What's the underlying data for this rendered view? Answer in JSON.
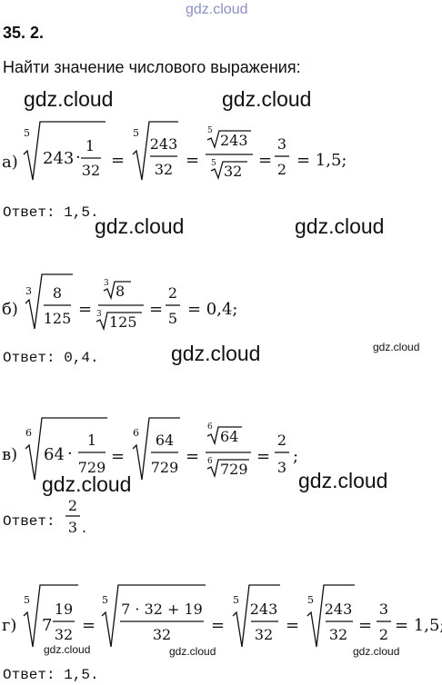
{
  "watermarks": {
    "top": "gdz.cloud",
    "main": "gdz.cloud"
  },
  "header": {
    "problem_number": "35. 2.",
    "task": "Найти значение числового выражения:"
  },
  "parts": [
    {
      "label": "а)",
      "answer_label": "Ответ:",
      "answer": "1,5."
    },
    {
      "label": "б)",
      "answer_label": "Ответ:",
      "answer": "0,4."
    },
    {
      "label": "в)",
      "answer_label": "Ответ:",
      "answer_num": "2",
      "answer_den": "3",
      "answer_tail": "."
    },
    {
      "label": "г)",
      "answer_label": "Ответ:",
      "answer": "1,5."
    }
  ],
  "math": {
    "a": {
      "idx": "5",
      "n1": "243",
      "f1n": "1",
      "f1d": "32",
      "f2n": "243",
      "f2d": "32",
      "r1": "243",
      "r2": "32",
      "rn": "3",
      "rd": "2",
      "tail": "= 1,5;"
    },
    "b": {
      "idx": "3",
      "f1n": "8",
      "f1d": "125",
      "r1": "8",
      "r2": "125",
      "rn": "2",
      "rd": "5",
      "tail": "= 0,4;"
    },
    "v": {
      "idx": "6",
      "n1": "64",
      "f1n": "1",
      "f1d": "729",
      "f2n": "64",
      "f2d": "729",
      "r1": "64",
      "r2": "729",
      "rn": "2",
      "rd": "3",
      "tail": ";"
    },
    "g": {
      "idx": "5",
      "whole": "7",
      "f1n": "19",
      "f1d": "32",
      "f2n": "7 · 32 + 19",
      "f2d": "32",
      "f3n": "243",
      "f3d": "32",
      "f4n": "243",
      "f4d": "32",
      "rn": "3",
      "rd": "2",
      "tail": "= 1,5;"
    }
  }
}
